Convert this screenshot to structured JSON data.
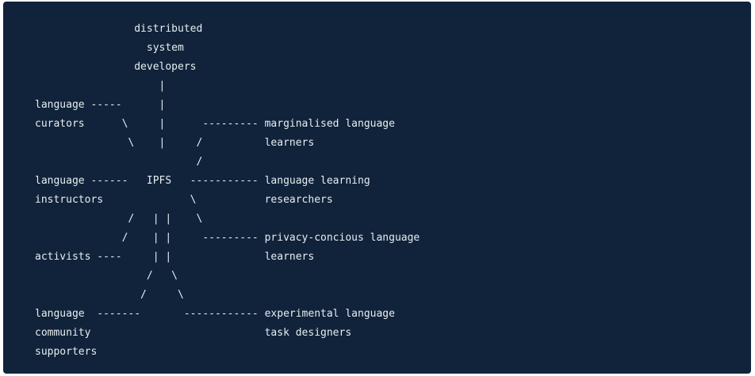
{
  "diagram": {
    "lines": [
      "                distributed",
      "                  system",
      "                developers",
      "                    |",
      "language -----      |",
      "curators      \\     |      --------- marginalised language",
      "               \\    |     /          learners",
      "                          /",
      "language ------   IPFS   ----------- language learning",
      "instructors              \\           researchers",
      "               /   | |    \\",
      "              /    | |     --------- privacy-concious language",
      "activists ----     | |               learners",
      "                  /   \\",
      "                 /     \\",
      "language  -------       ------------ experimental language",
      "community                            task designers",
      "supporters"
    ]
  }
}
